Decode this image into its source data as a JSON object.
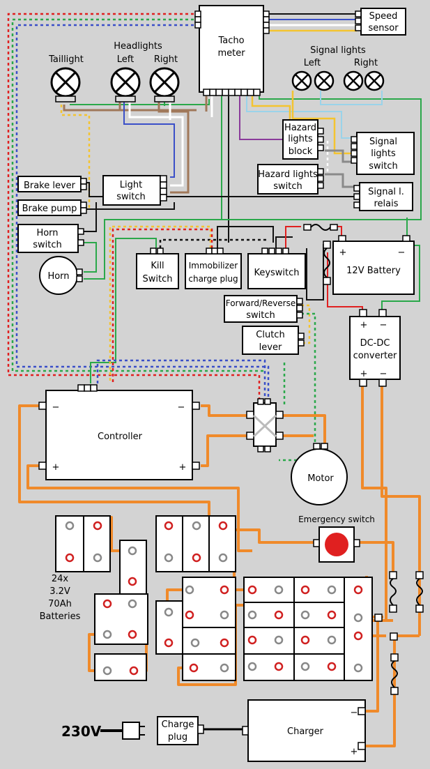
{
  "labels": {
    "tachometer_line1": "Tacho",
    "tachometer_line2": "meter",
    "speed_sensor_line1": "Speed",
    "speed_sensor_line2": "sensor",
    "taillight": "Taillight",
    "headlights": "Headlights",
    "headlight_left": "Left",
    "headlight_right": "Right",
    "signal_lights": "Signal lights",
    "signal_left": "Left",
    "signal_right": "Right",
    "hazard_block_line1": "Hazard",
    "hazard_block_line2": "lights",
    "hazard_block_line3": "block",
    "signal_switch_line1": "Signal",
    "signal_switch_line2": "lights",
    "signal_switch_line3": "switch",
    "hazard_switch_line1": "Hazard lights",
    "hazard_switch_line2": "switch",
    "signal_relais_line1": "Signal l.",
    "signal_relais_line2": "relais",
    "brake_lever": "Brake lever",
    "brake_pump": "Brake pump",
    "light_switch_line1": "Light",
    "light_switch_line2": "switch",
    "horn_switch_line1": "Horn",
    "horn_switch_line2": "switch",
    "horn": "Horn",
    "kill_switch_line1": "Kill",
    "kill_switch_line2": "Switch",
    "immobilizer_line1": "Immobilizer",
    "immobilizer_line2": "charge plug",
    "keyswitch": "Keyswitch",
    "battery_12v": "12V Battery",
    "forward_reverse_line1": "Forward/Reverse",
    "forward_reverse_line2": "switch",
    "clutch_line1": "Clutch",
    "clutch_line2": "lever",
    "dcdc_line1": "DC-DC",
    "dcdc_line2": "converter",
    "controller": "Controller",
    "motor": "Motor",
    "emergency_switch": "Emergency switch",
    "batteries_line1": "24x",
    "batteries_line2": "3.2V",
    "batteries_line3": "70Ah",
    "batteries_line4": "Batteries",
    "mains": "230V",
    "charge_plug_line1": "Charge",
    "charge_plug_line2": "plug",
    "charger": "Charger",
    "plus": "+",
    "minus": "−"
  },
  "colors": {
    "background": "#d3d3d3",
    "power_wire": "#f08a2a",
    "terminal_positive": "#d02020",
    "terminal_negative": "#888888",
    "emergency_button": "#e02020"
  }
}
